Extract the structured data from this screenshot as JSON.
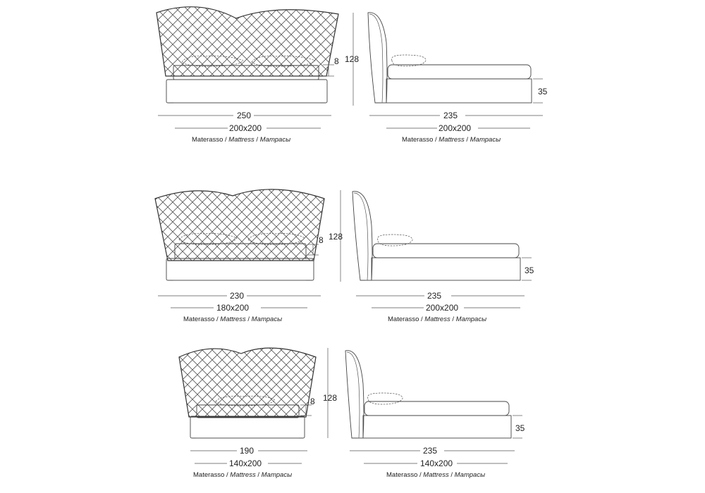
{
  "variants": [
    {
      "front": {
        "width": "250",
        "mattress": "200x200",
        "bottom_label": "8",
        "height": "128"
      },
      "side": {
        "length": "235",
        "mattress": "200x200",
        "height": "35"
      },
      "caption": {
        "it": "Materasso",
        "en": "Mattress",
        "ru": "Матрасы"
      }
    },
    {
      "front": {
        "width": "230",
        "mattress": "180x200",
        "bottom_label": "8",
        "height": "128"
      },
      "side": {
        "length": "235",
        "mattress": "200x200",
        "height": "35"
      },
      "caption": {
        "it": "Materasso",
        "en": "Mattress",
        "ru": "Матрасы"
      }
    },
    {
      "front": {
        "width": "190",
        "mattress": "140x200",
        "bottom_label": "8",
        "height": "128"
      },
      "side": {
        "length": "235",
        "mattress": "140x200",
        "height": "35"
      },
      "caption": {
        "it": "Materasso",
        "en": "Mattress",
        "ru": "Матрасы"
      }
    }
  ]
}
